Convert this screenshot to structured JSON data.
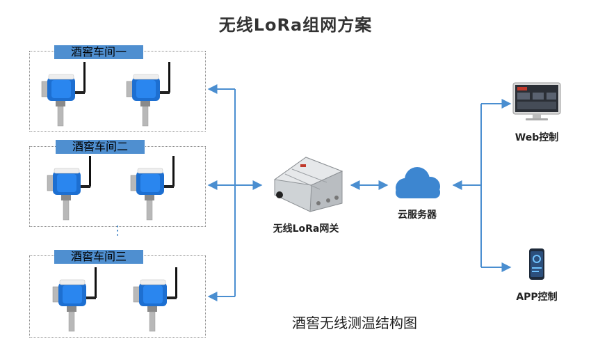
{
  "title": "无线LoRa组网方案",
  "workshops": [
    {
      "label": "酒窖车间一"
    },
    {
      "label": "酒窖车间二"
    },
    {
      "label": "酒窖车间三"
    }
  ],
  "ellipsis": "⋮",
  "gateway": {
    "label": "无线LoRa网关"
  },
  "cloud": {
    "label": "云服务器"
  },
  "web": {
    "label": "Web控制"
  },
  "app": {
    "label": "APP控制"
  },
  "caption": "酒窖无线测温结构图",
  "colors": {
    "arrow": "#4a8ed0",
    "sensor_body": "#1d6fd1",
    "label_bg": "#4f8fd0",
    "cloud": "#3d86d0"
  }
}
